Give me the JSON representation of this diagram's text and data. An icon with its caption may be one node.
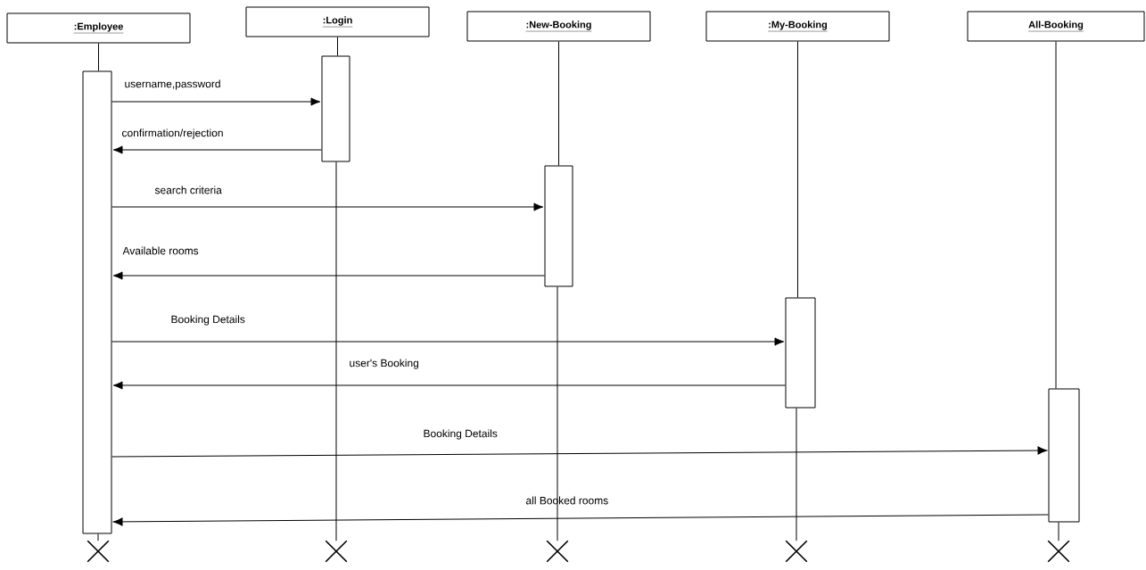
{
  "diagram": {
    "nodes": [
      {
        "text": [
          ":Employee"
        ]
      },
      {
        "text": [
          ":Login"
        ]
      },
      {
        "text": [
          ":New-Booking"
        ]
      },
      {
        "text": [
          ":My-Booking"
        ]
      },
      {
        "text": [
          "All-Booking"
        ]
      },
      {
        "text": [],
        "shape": "bar"
      },
      {
        "text": [],
        "shape": "bar"
      },
      {
        "text": [],
        "shape": "bar"
      },
      {
        "text": [],
        "shape": "bar"
      },
      {
        "text": [],
        "shape": "bar"
      },
      {
        "text": [],
        "shape": "cross"
      },
      {
        "text": [],
        "shape": "cross"
      },
      {
        "text": [],
        "shape": "cross"
      },
      {
        "text": [],
        "shape": "cross"
      },
      {
        "text": [],
        "shape": "cross"
      }
    ],
    "edges": [
      {
        "from": 0,
        "to": 5,
        "arrow": "none"
      },
      {
        "from": 1,
        "to": 6,
        "arrow": "none"
      },
      {
        "from": 2,
        "to": 7,
        "arrow": "none"
      },
      {
        "from": 3,
        "to": 8,
        "arrow": "none"
      },
      {
        "from": 4,
        "to": 9,
        "arrow": "none"
      },
      {
        "from": 5,
        "to": 6,
        "arrow": "to",
        "label": "username,password"
      },
      {
        "from": 6,
        "to": 5,
        "arrow": "to",
        "label": "confirmation/rejection"
      },
      {
        "from": 5,
        "to": 7,
        "arrow": "to",
        "label": "search criteria"
      },
      {
        "from": 7,
        "to": 5,
        "arrow": "to",
        "label": "Available rooms"
      },
      {
        "from": 5,
        "to": 8,
        "arrow": "to",
        "label": "Booking Details"
      },
      {
        "from": 8,
        "to": 5,
        "arrow": "to",
        "label": "user's Booking"
      },
      {
        "from": 5,
        "to": 9,
        "arrow": "to",
        "label": "Booking Details"
      },
      {
        "from": 9,
        "to": 5,
        "arrow": "to",
        "label": "all Booked rooms"
      },
      {
        "from": 5,
        "to": 10,
        "arrow": "none"
      },
      {
        "from": 6,
        "to": 11,
        "arrow": "none"
      },
      {
        "from": 7,
        "to": 12,
        "arrow": "none"
      },
      {
        "from": 8,
        "to": 13,
        "arrow": "none"
      },
      {
        "from": 9,
        "to": 14,
        "arrow": "none"
      }
    ]
  }
}
